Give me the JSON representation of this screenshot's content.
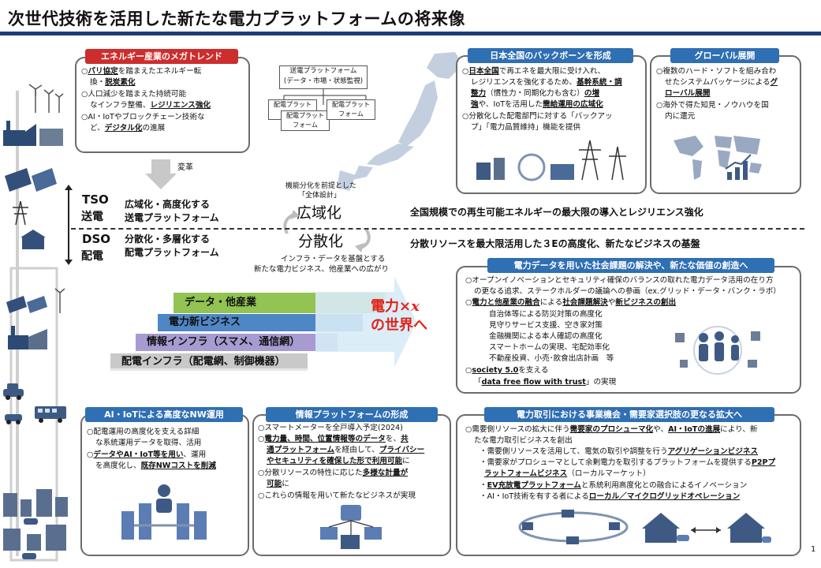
{
  "page": {
    "title": "次世代技術を活用した新たな電力プラットフォームの将来像",
    "page_number": "1"
  },
  "mega": {
    "header": "エネルギー産業のメガトレンド",
    "l1a": "○",
    "l1b": "パリ協定",
    "l1c": "を踏まえたエネルギー転",
    "l2a": "換・",
    "l2b": "脱炭素化",
    "l3": "○人口減少を踏まえた持続可能",
    "l4a": "なインフラ整備、",
    "l4b": "レジリエンス強化",
    "l5": "○AI・IoTやブロックチェーン技術な",
    "l6a": "ど、",
    "l6b": "デジタル化",
    "l6c": "の進展",
    "change_label": "変革"
  },
  "center": {
    "tree_top": "送電プラットフォーム",
    "tree_top_sub": "(データ・市場・状態監視)",
    "tree_a": "配電プラット",
    "tree_a2": "フォーム",
    "tree_b": "配電プラット",
    "tree_b2": "フォーム",
    "tree_c": "配電プラット",
    "tree_c2": "フォーム",
    "design_note1": "機能分化を前提とした",
    "design_note2": "「全体設計」",
    "wide": "広域化",
    "dist": "分散化",
    "base_note1": "インフラ・データを基盤とする",
    "base_note2": "新たな電力ビジネス、他産業への広がり"
  },
  "bands": {
    "tso": "TSO",
    "tso_jp": "送電",
    "tso_desc1": "広域化・高度化する",
    "tso_desc2": "送電プラットフォーム",
    "dso": "DSO",
    "dso_jp": "配電",
    "dso_desc1": "分散化・多層化する",
    "dso_desc2": "配電プラットフォーム",
    "tso_right": "全国規模での再生可能エネルギーの最大限の導入とレジリエンス強化",
    "dso_right": "分散リソースを最大限活用した３Eの高度化、新たなビジネスの基盤"
  },
  "backbone": {
    "header": "日本全国のバックボーンを形成",
    "l1a": "○",
    "l1b": "日本全国",
    "l1c": "で再エネを最大限に受け入れ、",
    "l2": "レジリエンスを強化するため、",
    "l2b": "基幹系統・調",
    "l3a": "整力",
    "l3b": "（慣性力・同期化力も含む）",
    "l3c": "の増",
    "l4a": "強",
    "l4b": "や、IoTを活用した",
    "l4c": "需給運用の広域化",
    "l5": "○分散化した配電部門に対する「バックアッ",
    "l6": "プ」「電力品質維持」機能を提供"
  },
  "global": {
    "header": "グローバル展開",
    "l1": "○複数のハード・ソフトを組み合わ",
    "l2a": "せたシステムパッケージによる",
    "l2b": "グ",
    "l3": "ローバル展開",
    "l4": "○海外で得た知見・ノウハウを国",
    "l5": "内に還元"
  },
  "layers": {
    "l1": "データ・他産業",
    "l2": "電力新ビジネス",
    "l3": "情報インフラ（スマメ、通信網）",
    "l4": "配電インフラ（配電網、制御機器）",
    "cta1": "電力×",
    "cta_x": "𝒙",
    "cta2": "の世界へ"
  },
  "social": {
    "header": "電力データを用いた社会課題の解決や、新たな価値の創造へ",
    "l1": "○オープンイノベーションとセキュリティ確保のバランスの取れた電力データ活用の在り方",
    "l2": "の更なる追求、ステークホルダーの議論への参画（ex.グリッド・データ・バンク・ラボ）",
    "l3a": "○",
    "l3b": "電力と他産業の融合",
    "l3c": "による",
    "l3d": "社会課題解決",
    "l3e": "や",
    "l3f": "新ビジネスの創出",
    "l4": "自治体等による防災対策の高度化",
    "l5": "見守りサービス支援、空き家対策",
    "l6": "金融機関による本人確認の高度化",
    "l7": "スマートホームの実現、宅配効率化",
    "l8": "不動産投資、小売･飲食出店計画　等",
    "l9a": "○",
    "l9b": "society 5.0",
    "l9c": "を支える",
    "l10a": "「",
    "l10b": "data free flow with trust",
    "l10c": "」の実現"
  },
  "nw": {
    "header": "AI・IoTによる高度なNW運用",
    "l1": "○配電運用の高度化を支える詳細",
    "l2": "な系統運用データを取得、活用",
    "l3a": "○",
    "l3b": "データやAI・IoT等を用い",
    "l3c": "、運用",
    "l4a": "を高度化し、",
    "l4b": "既存NWコストを削減"
  },
  "info": {
    "header": "情報プラットフォームの形成",
    "l1": "○スマートメーターを全戸導入予定(2024)",
    "l2a": "○",
    "l2b": "電力量、時間、位置情報等のデータ",
    "l2c": "を、",
    "l2d": "共",
    "l3a": "通プラットフォーム",
    "l3b": "を経由して、",
    "l3c": "プライバシー",
    "l4": "やセキュリティを確保した形で利用可能",
    "l4b": "に",
    "l5a": "○分散リソースの特性に応じた",
    "l5b": "多様な計量が",
    "l6a": "可能",
    "l6b": "に",
    "l7": "○これらの情報を用いて新たなビジネスが実現"
  },
  "trade": {
    "header": "電力取引における事業機会・需要家選択肢の更なる拡大へ",
    "l1a": "○需要側リソースの拡大に伴う",
    "l1b": "需要家のプロシューマ化",
    "l1c": "や、",
    "l1d": "AI・IoTの進展",
    "l1e": "により、新",
    "l2": "たな電力取引ビジネスを創出",
    "l3a": "・需要側リソースを活用して、電気の取引や調整を行う",
    "l3b": "アグリゲーションビジネス",
    "l4a": "・需要家がプロシューマとして余剰電力を取引するプラットフォームを提供する",
    "l4b": "P2Pプ",
    "l5a": "ラットフォームビジネス",
    "l5b": "（ローカルマーケット）",
    "l6a": "・",
    "l6b": "EV充放電プラットフォーム",
    "l6c": "と系統利用高度化との融合によるイノベーション",
    "l7a": "・AI・IoT技術を有する者による",
    "l7b": "ローカル／マイクログリッドオペレーション"
  },
  "colors": {
    "red_header": "#cc2e2e",
    "blue_header": "#2f6fb3",
    "title_rule": "#1f3b73",
    "layer_green": "#92c353",
    "layer_blue": "#4f86c6",
    "layer_purple": "#a79bd1",
    "layer_gray": "#c9c9c9",
    "accent_red": "#e0241b"
  },
  "icons": [
    "wind-turbine-icon",
    "solar-panel-icon",
    "pylon-icon",
    "factory-icon",
    "car-icon",
    "bus-icon",
    "building-icon",
    "japan-map-icon",
    "world-map-icon",
    "bar-chart-icon",
    "people-icon",
    "house-icon",
    "grid-network-icon"
  ]
}
